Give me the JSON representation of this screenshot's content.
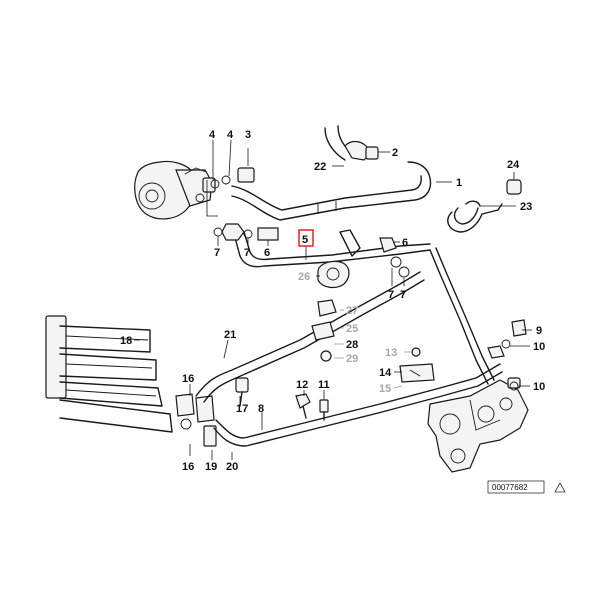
{
  "diagram": {
    "highlight_color": "#e00000",
    "ref_number": "00077682",
    "callouts": {
      "c1": "1",
      "c2": "2",
      "c3": "3",
      "c4a": "4",
      "c4b": "4",
      "c5": "5",
      "c6a": "6",
      "c6b": "6",
      "c7a": "7",
      "c7b": "7",
      "c7c": "7",
      "c7d": "7",
      "c8": "8",
      "c9": "9",
      "c10a": "10",
      "c10b": "10",
      "c11": "11",
      "c12": "12",
      "c13": "13",
      "c14": "14",
      "c15": "15",
      "c16a": "16",
      "c16b": "16",
      "c17": "17",
      "c18": "18",
      "c19": "19",
      "c20": "20",
      "c21": "21",
      "c22": "22",
      "c23": "23",
      "c24": "24",
      "c25": "25",
      "c26": "26",
      "c27": "27",
      "c28": "28",
      "c29": "29"
    }
  }
}
